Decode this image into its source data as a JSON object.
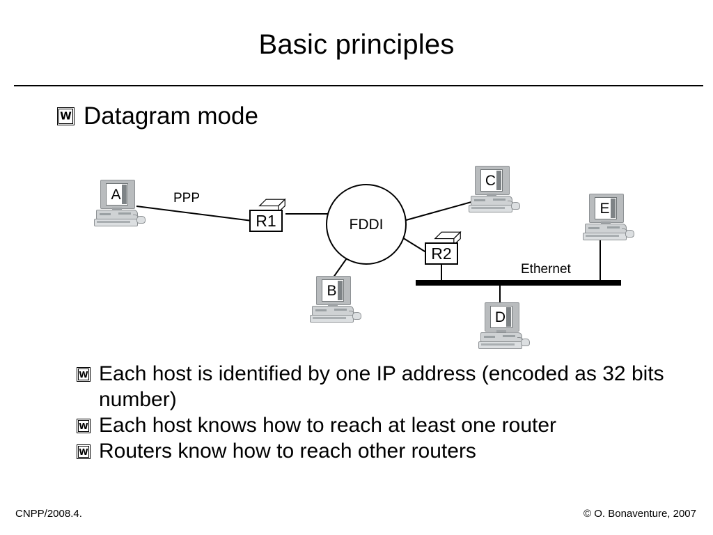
{
  "slide": {
    "title": "Basic principles",
    "bullet_glyph": "W",
    "section_bullet": {
      "label": "Datagram mode"
    },
    "bullets": [
      {
        "label": "Each host is identified by one IP address (encoded as 32 bits number)"
      },
      {
        "label": "Each host knows how to reach at least one router"
      },
      {
        "label": "Routers know how to reach other routers"
      }
    ],
    "footer": {
      "left": "CNPP/2008.4.",
      "right": "© O. Bonaventure,  2007"
    }
  },
  "diagram": {
    "hosts": [
      {
        "id": "host-a",
        "letter": "A"
      },
      {
        "id": "host-b",
        "letter": "B"
      },
      {
        "id": "host-c",
        "letter": "C"
      },
      {
        "id": "host-d",
        "letter": "D"
      },
      {
        "id": "host-e",
        "letter": "E"
      }
    ],
    "routers": [
      {
        "id": "router-r1",
        "label": "R1"
      },
      {
        "id": "router-r2",
        "label": "R2"
      }
    ],
    "networks": [
      {
        "id": "link-ppp",
        "label": "PPP",
        "type": "point-to-point"
      },
      {
        "id": "ring-fddi",
        "label": "FDDI",
        "type": "ring"
      },
      {
        "id": "bus-ethernet",
        "label": "Ethernet",
        "type": "bus"
      }
    ],
    "colors": {
      "line": "#000000",
      "bus": "#000000",
      "clipart_case": "#b9bcbe",
      "clipart_body": "#cfd2d4",
      "background": "#ffffff"
    }
  }
}
